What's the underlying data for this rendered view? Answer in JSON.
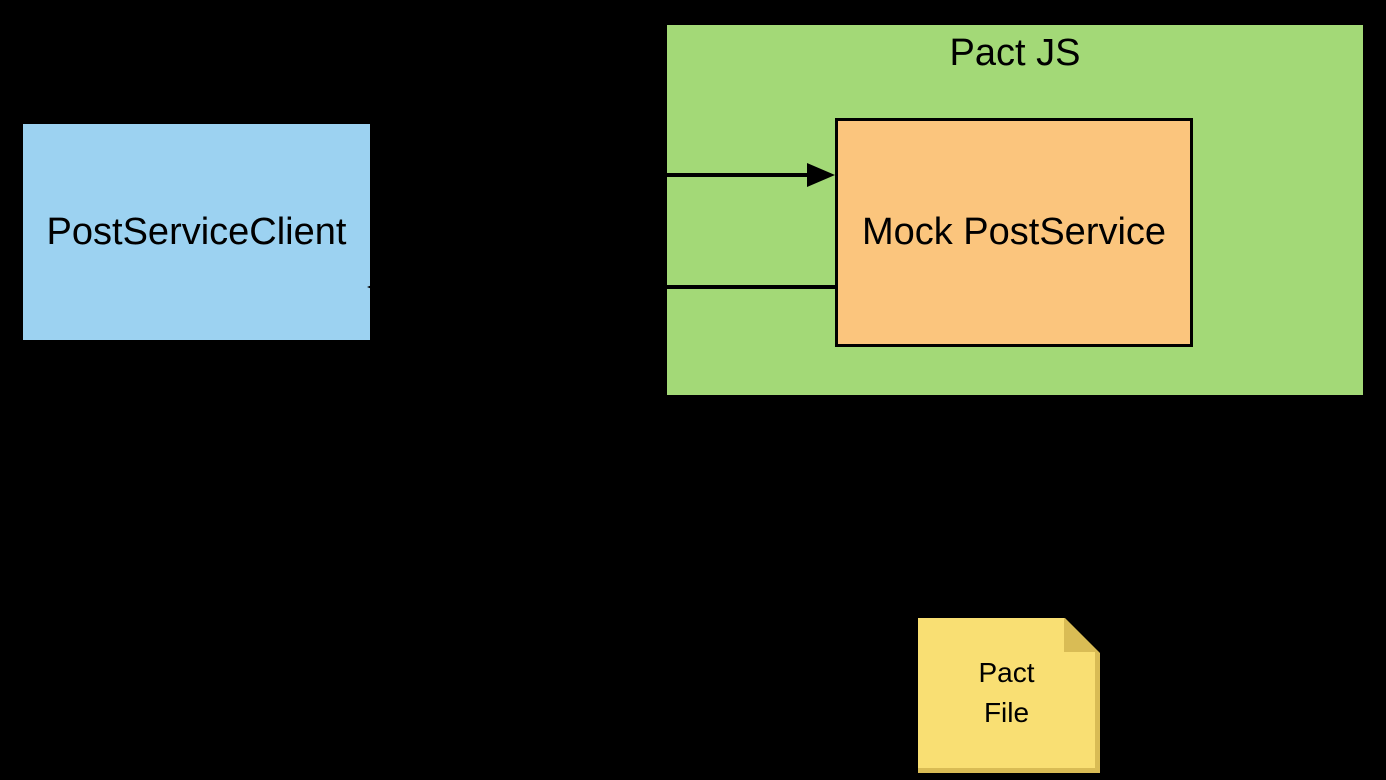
{
  "diagram": {
    "consumer": {
      "label": "PostServiceClient"
    },
    "pact_js": {
      "title": "Pact JS",
      "mock_service": {
        "label": "Mock PostService"
      }
    },
    "pact_file": {
      "line1": "Pact",
      "line2": "File"
    }
  },
  "colors": {
    "bg": "#000000",
    "stroke": "#000000",
    "consumer-fill": "#9CD2F1",
    "pactjs-fill": "#A3D977",
    "mock-fill": "#FBC57D",
    "note-fill": "#F9DF73",
    "note-shadow": "#D9BC55"
  }
}
